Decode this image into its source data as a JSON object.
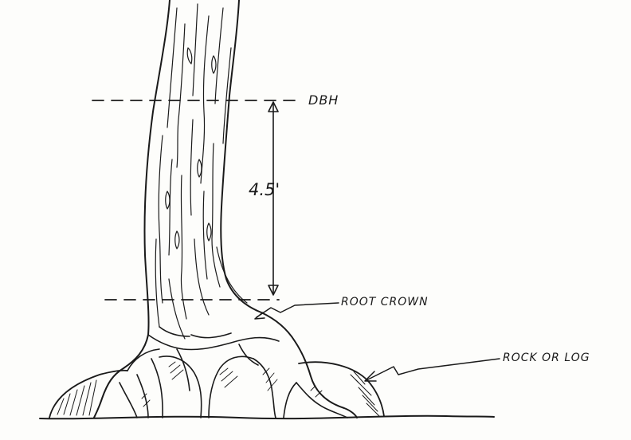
{
  "labels": {
    "dbh": "DBH",
    "measurement": "4.5'",
    "root_crown": "ROOT CROWN",
    "rock_or_log": "ROCK OR LOG"
  }
}
